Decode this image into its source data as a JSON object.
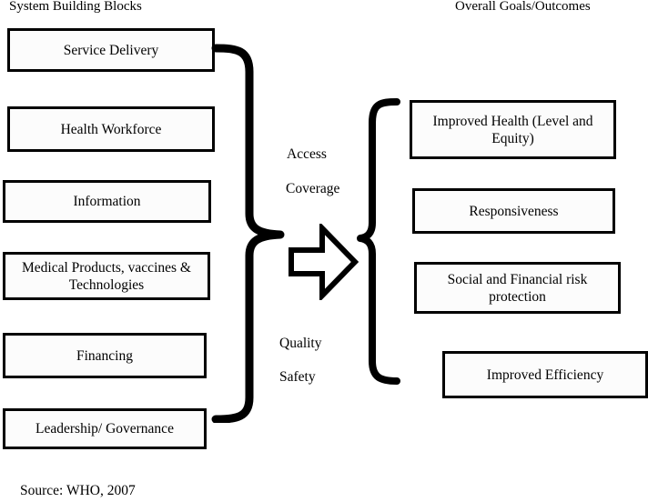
{
  "figure": {
    "headers": {
      "left": "System Building Blocks",
      "right": "Overall Goals/Outcomes"
    },
    "source": "Source: WHO, 2007",
    "building_blocks": [
      {
        "label": "Service Delivery"
      },
      {
        "label": "Health Workforce"
      },
      {
        "label": "Information"
      },
      {
        "label": "Medical Products, vaccines & Technologies"
      },
      {
        "label": "Financing"
      },
      {
        "label": "Leadership/ Governance"
      }
    ],
    "middle_labels_top": [
      {
        "label": "Access"
      },
      {
        "label": "Coverage"
      }
    ],
    "middle_labels_bottom": [
      {
        "label": "Quality"
      },
      {
        "label": "Safety"
      }
    ],
    "goals": [
      {
        "label": "Improved Health (Level and Equity)"
      },
      {
        "label": "Responsiveness"
      },
      {
        "label": "Social and Financial risk protection"
      },
      {
        "label": "Improved Efficiency"
      }
    ],
    "connector_icons": {
      "left_brace": "right-pointing-curly-brace-icon",
      "right_brace": "left-pointing-curly-brace-icon",
      "arrow": "right-arrow-icon"
    },
    "colors": {
      "stroke": "#000000",
      "background": "#ffffff",
      "box_fill": "#fcfcfc"
    }
  }
}
